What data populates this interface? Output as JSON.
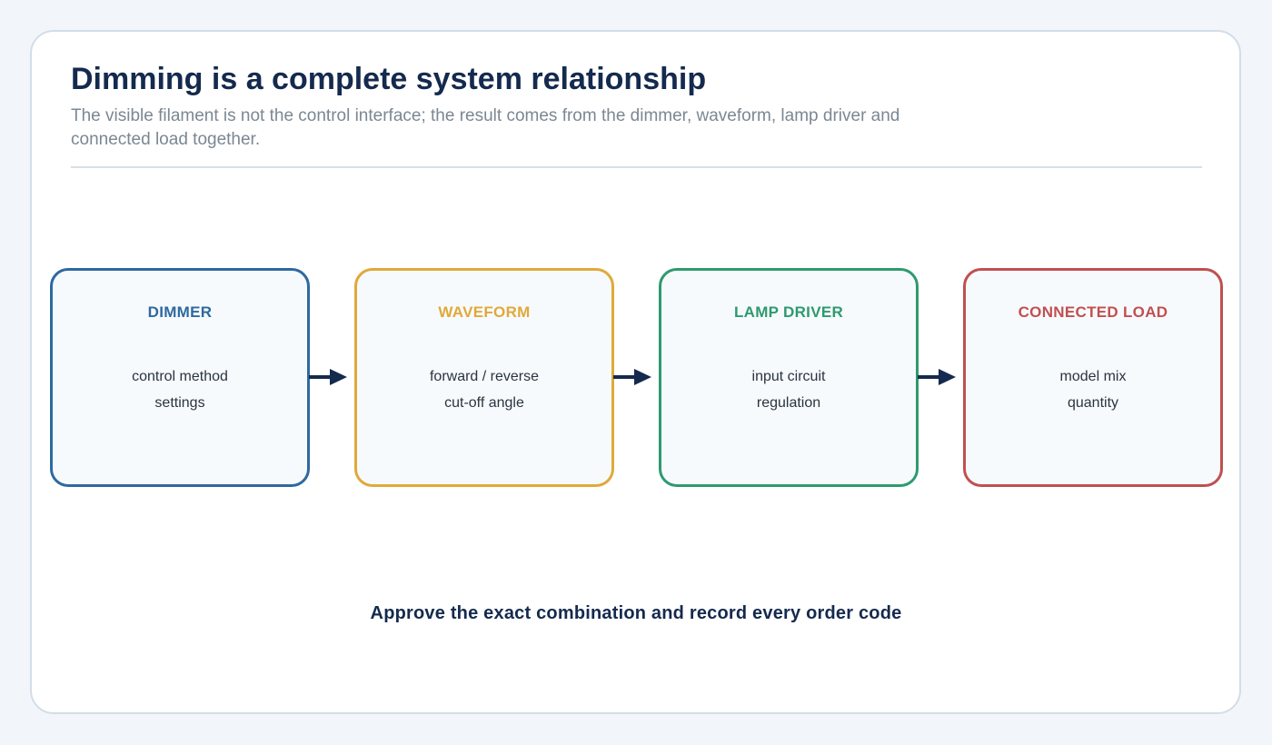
{
  "header": {
    "title": "Dimming is a complete system relationship",
    "subtitle": "The visible filament is not the control interface; the result comes from the dimmer, waveform, lamp driver and connected load together."
  },
  "stages": [
    {
      "title": "DIMMER",
      "lines": [
        "control method",
        "settings"
      ],
      "color": "#2e69a0"
    },
    {
      "title": "WAVEFORM",
      "lines": [
        "forward / reverse",
        "cut-off angle"
      ],
      "color": "#e0a93a"
    },
    {
      "title": "LAMP DRIVER",
      "lines": [
        "input circuit",
        "regulation"
      ],
      "color": "#2e9a6e"
    },
    {
      "title": "CONNECTED LOAD",
      "lines": [
        "model mix",
        "quantity"
      ],
      "color": "#c0504f"
    }
  ],
  "arrow_color": "#142a4e",
  "footer": {
    "note": "Approve the exact combination and record every order code"
  }
}
